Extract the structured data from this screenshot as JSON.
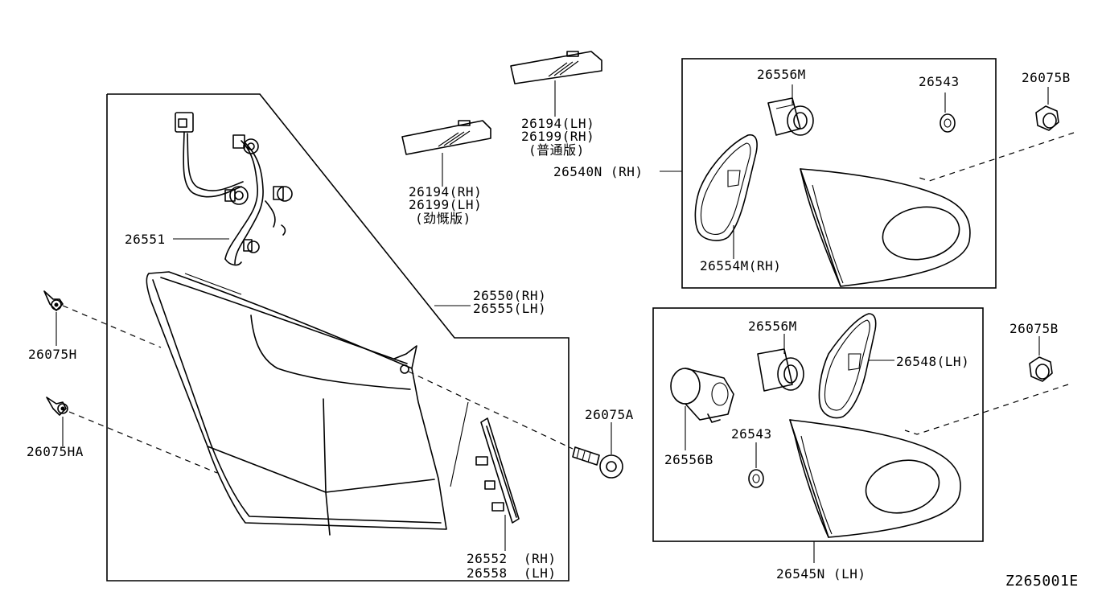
{
  "diagram": {
    "code": "Z265001E"
  },
  "parts": {
    "p26075H": "26075H",
    "p26075HA": "26075HA",
    "p26551": "26551",
    "p26550": "26550(RH)",
    "p26555": "26555(LH)",
    "p26552": "26552  (RH)",
    "p26558": "26558  (LH)",
    "p26075A": "26075A",
    "p26194_rh": "26194(RH)",
    "p26199_lh": "26199(LH)",
    "note_a": "(劲慨版)",
    "p26194_lh": "26194(LH)",
    "p26199_rh": "26199(RH)",
    "note_b": "(普通版)",
    "p26540N": "26540N (RH)",
    "p26556M_top": "26556M",
    "p26543_top": "26543",
    "p26554M": "26554M(RH)",
    "p26075B_top": "26075B",
    "p26556M_bot": "26556M",
    "p26548": "26548(LH)",
    "p26556B": "26556B",
    "p26543_bot": "26543",
    "p26545N": "26545N (LH)",
    "p26075B_bot": "26075B"
  }
}
